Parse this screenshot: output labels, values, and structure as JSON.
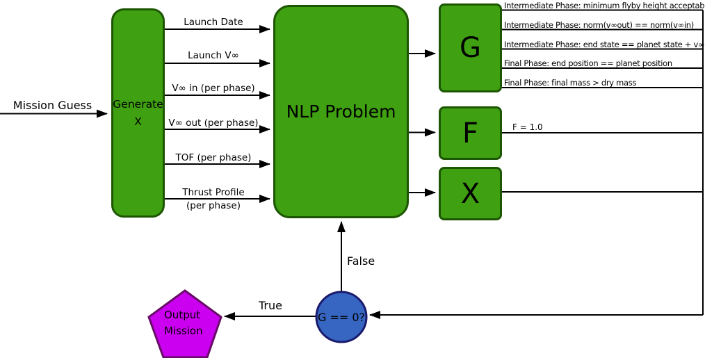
{
  "diagram": {
    "mission_guess_label": "Mission Guess",
    "generate_box": {
      "line1": "Generate",
      "line2": "X"
    },
    "nlp_box_label": "NLP Problem",
    "inputs": [
      {
        "label": "Launch Date"
      },
      {
        "label": "Launch V∞"
      },
      {
        "label": "V∞ in (per phase)"
      },
      {
        "label": "V∞ out (per phase)"
      },
      {
        "label": "TOF (per phase)"
      },
      {
        "label": "Thrust Profile",
        "label2": "(per phase)"
      }
    ],
    "output_boxes": {
      "g": "G",
      "f": "F",
      "x": "X"
    },
    "g_constraints": [
      "Intermediate Phase: minimum flyby height acceptable",
      "Intermediate Phase: norm(v∞out) == norm(v∞in)",
      "Intermediate Phase: end state == planet state + v∞",
      "Final Phase: end position == planet position",
      "Final Phase: final mass > dry mass"
    ],
    "f_value": "F = 1.0",
    "decision": {
      "label": "G == 0?",
      "true_label": "True",
      "false_label": "False"
    },
    "output_node_label": "Output Mission"
  },
  "colors": {
    "box_green": "#3FA012",
    "box_green_border": "#1D5602",
    "circle_blue": "#3666C2",
    "circle_blue_border": "#1A1A6D",
    "pentagon_magenta": "#CC00F0",
    "pentagon_border": "#690A69"
  }
}
